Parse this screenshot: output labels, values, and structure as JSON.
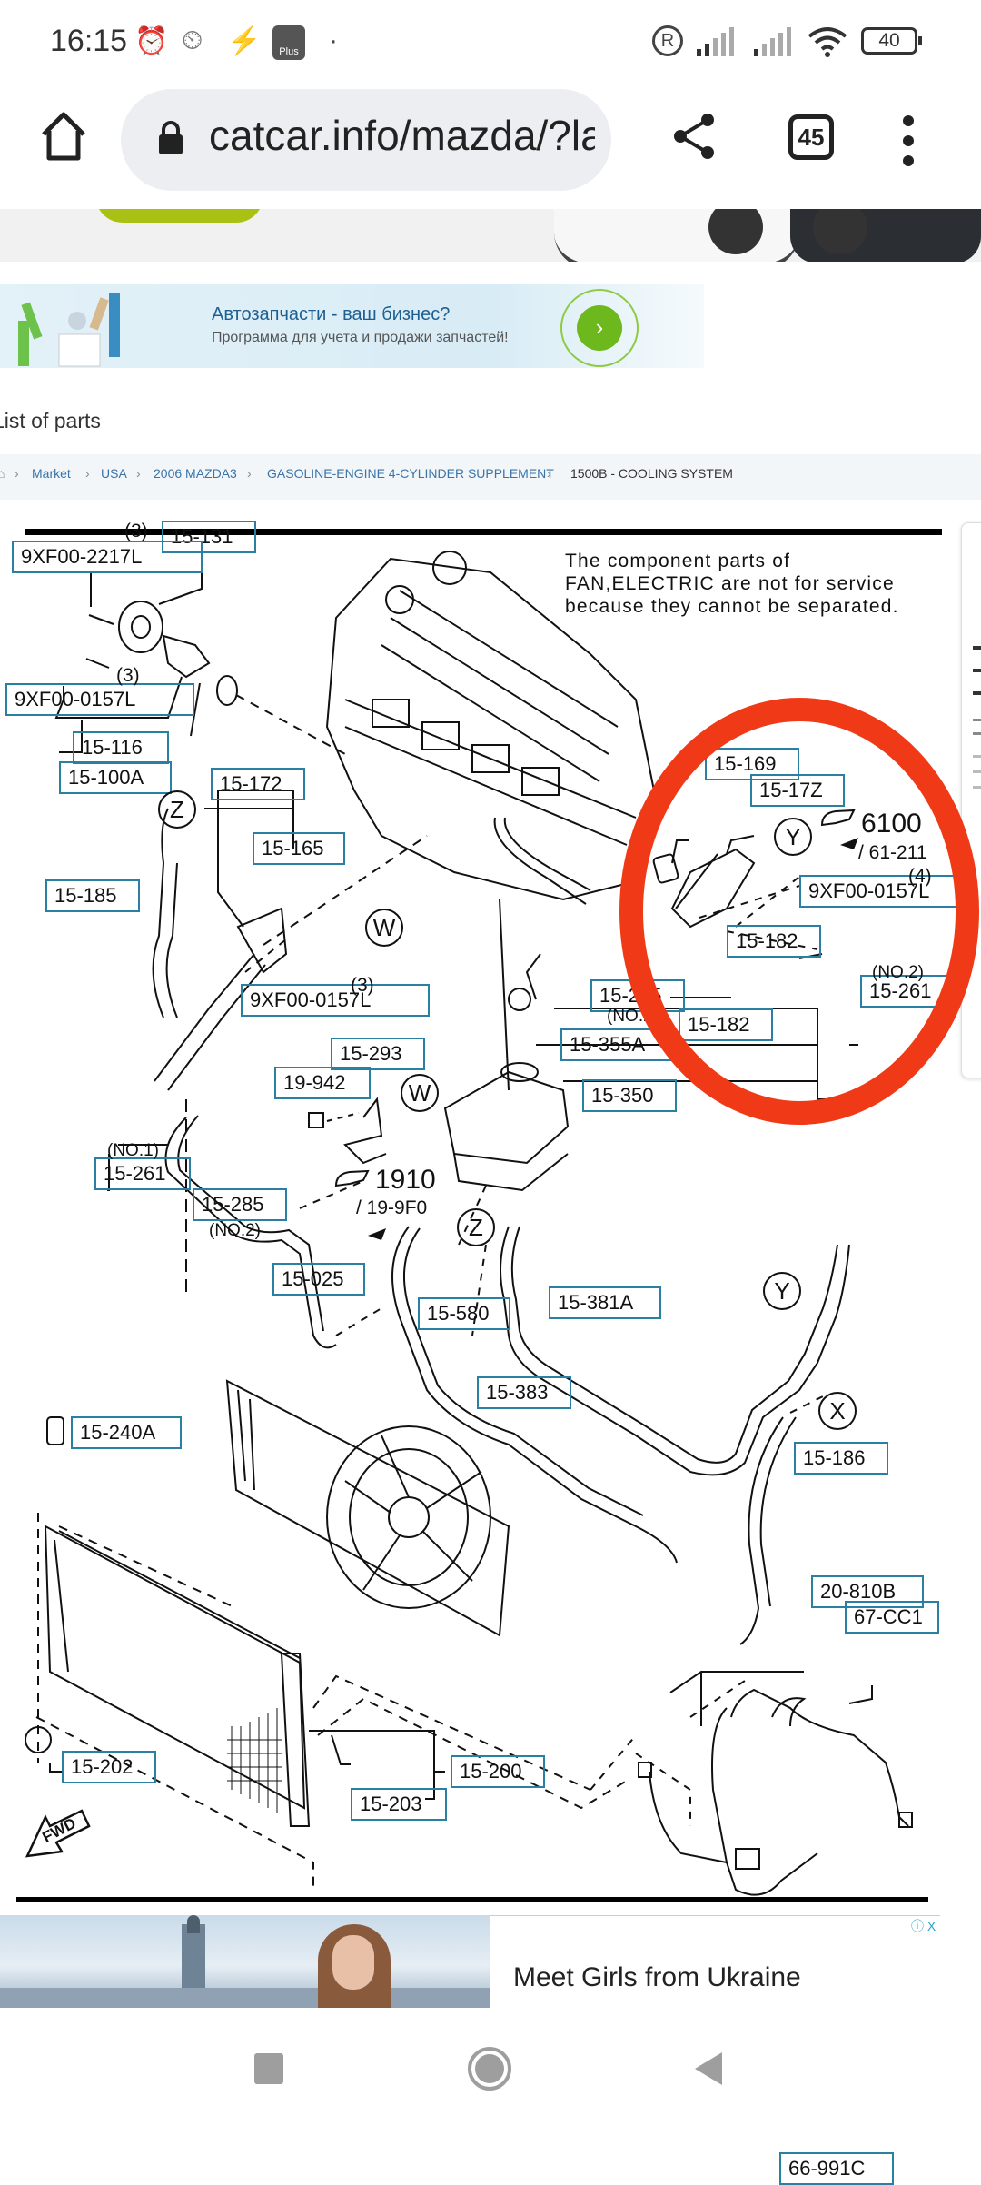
{
  "status_bar": {
    "time": "16:15",
    "left_icons": [
      "alarm-icon",
      "alarm-outline-icon",
      "flash-icon",
      "lidl-plus-icon",
      "dot-icon"
    ],
    "right_icons": [
      "registered-icon",
      "signal-icon",
      "signal-icon",
      "wifi-icon"
    ],
    "battery": "40",
    "lidl_label": "Plus"
  },
  "browser": {
    "url": "catcar.info/mazda/?la",
    "tab_count": "45",
    "icons": {
      "home": "home-icon",
      "lock": "lock-icon",
      "share": "share-icon",
      "menu": "more-vert-icon"
    }
  },
  "promo": {
    "title": "Автозапчасти - ваш бизнес?",
    "subtitle": "Программа для учета и продажи запчастей!",
    "button": "›"
  },
  "page": {
    "heading": "List of parts",
    "breadcrumb": [
      {
        "label": "Market",
        "link": true
      },
      {
        "label": "USA",
        "link": true
      },
      {
        "label": "2006 MAZDA3",
        "link": true
      },
      {
        "label": "GASOLINE-ENGINE 4-CYLINDER SUPPLEMENT",
        "link": true
      },
      {
        "label": "1500B - COOLING SYSTEM",
        "link": false
      }
    ],
    "breadcrumb_separator": "›"
  },
  "diagram": {
    "caption": [
      "The component parts of",
      "FAN,ELECTRIC are not for service",
      "because they cannot be separated."
    ],
    "labels": [
      {
        "code": "15-131"
      },
      {
        "code": "9XF00-2217L"
      },
      {
        "code": "9XF00-0157L"
      },
      {
        "code": "15-116"
      },
      {
        "code": "15-100A"
      },
      {
        "code": "15-172"
      },
      {
        "code": "15-165"
      },
      {
        "code": "15-185"
      },
      {
        "code": "9XF00-0157L"
      },
      {
        "code": "15-293"
      },
      {
        "code": "19-942"
      },
      {
        "code": "15-261"
      },
      {
        "code": "15-285"
      },
      {
        "code": "15-169"
      },
      {
        "code": "15-17Z"
      },
      {
        "code": "9XF00-0157L"
      },
      {
        "code": "15-182"
      },
      {
        "code": "15-285"
      },
      {
        "code": "15-261"
      },
      {
        "code": "15-182"
      },
      {
        "code": "15-355A"
      },
      {
        "code": "15-350"
      },
      {
        "code": "15-025"
      },
      {
        "code": "15-580"
      },
      {
        "code": "15-381A"
      },
      {
        "code": "15-383"
      },
      {
        "code": "15-240A"
      },
      {
        "code": "15-186"
      },
      {
        "code": "20-810B"
      },
      {
        "code": "67-CC1"
      },
      {
        "code": "15-202"
      },
      {
        "code": "15-200"
      },
      {
        "code": "15-203"
      },
      {
        "code": "66-991C"
      }
    ],
    "notes": [
      {
        "text": "(3)"
      },
      {
        "text": "(3)"
      },
      {
        "text": "(3)"
      },
      {
        "text": "(4)"
      },
      {
        "text": "(NO.1)"
      },
      {
        "text": "(NO.2)"
      },
      {
        "text": "(NO.2)"
      },
      {
        "text": "(NO.2)"
      },
      {
        "text": "6100"
      },
      {
        "text": "/ 61-211"
      },
      {
        "text": "1910"
      },
      {
        "text": "/ 19-9F0"
      },
      {
        "text": "FWD"
      }
    ],
    "markers": [
      "Z",
      "W",
      "W",
      "Y",
      "Z",
      "Y",
      "X"
    ],
    "highlight_color": "#f03a17",
    "label_border_color": "#2a7fa3"
  },
  "bottom_ad": {
    "title": "Meet Girls from Ukraine",
    "adchoices": "ⓘ X"
  },
  "navbar": {
    "icons": [
      "recents-square-icon",
      "home-circle-icon",
      "back-triangle-icon"
    ]
  }
}
